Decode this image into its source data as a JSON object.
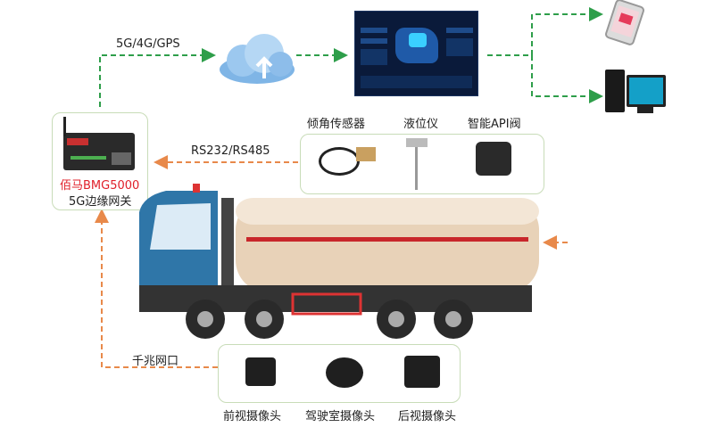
{
  "link_wireless": "5G/4G/GPS",
  "link_serial": "RS232/RS485",
  "link_ethernet": "千兆网口",
  "gateway": {
    "name": "佰马BMG5000",
    "desc": "5G边缘网关"
  },
  "sensors": [
    {
      "label": "倾角传感器"
    },
    {
      "label": "液位仪"
    },
    {
      "label": "智能API阀"
    }
  ],
  "cameras": [
    {
      "label": "前视摄像头"
    },
    {
      "label": "驾驶室摄像头"
    },
    {
      "label": "后视摄像头"
    }
  ],
  "colors": {
    "wireless_line": "#2e9e4a",
    "wired_line": "#e8894a",
    "gateway_name": "#e0202a",
    "box_border": "#c8dcb8"
  },
  "icons": [
    "cloud-upload-icon",
    "dashboard-screen",
    "phone-icon",
    "desktop-pc-icon",
    "router-device",
    "tanker-truck"
  ]
}
